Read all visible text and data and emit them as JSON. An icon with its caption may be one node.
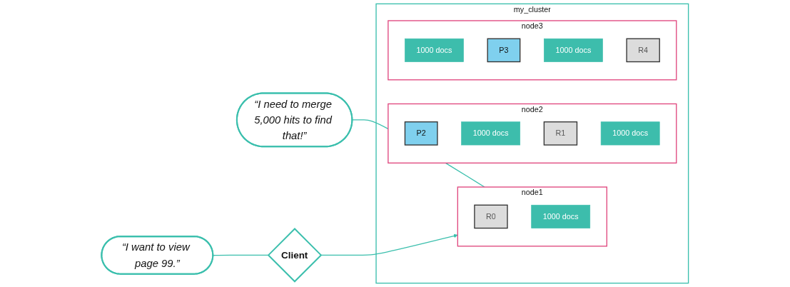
{
  "diagram": {
    "nodes": [
      {
        "text": [
          "“I want to view page 99.”"
        ]
      },
      {
        "text": [
          "“I need to merge 5,000 hits to find that!”"
        ]
      },
      {
        "text": [
          "Client"
        ]
      },
      {
        "text": [
          "my_cluster"
        ]
      },
      {
        "text": [
          "node1"
        ],
        "in": 3
      },
      {
        "text": [
          "R0"
        ],
        "in": 4
      },
      {
        "text": [
          "1000 docs"
        ],
        "in": 4
      },
      {
        "text": [
          "node2"
        ],
        "in": 3
      },
      {
        "text": [
          "P2"
        ],
        "in": 7
      },
      {
        "text": [
          "1000 docs"
        ],
        "in": 7
      },
      {
        "text": [
          "R1"
        ],
        "in": 7
      },
      {
        "text": [
          "1000 docs"
        ],
        "in": 7
      },
      {
        "text": [
          "node3"
        ],
        "in": 3
      },
      {
        "text": [
          "1000 docs"
        ],
        "in": 12
      },
      {
        "text": [
          "P3"
        ],
        "in": 12
      },
      {
        "text": [
          "1000 docs"
        ],
        "in": 12
      },
      {
        "text": [
          "R4"
        ],
        "in": 12
      }
    ],
    "edges": [
      {
        "from": 0,
        "to": 2,
        "arrow": "none"
      },
      {
        "from": 1,
        "to": 4,
        "arrow": "none"
      },
      {
        "from": 2,
        "to": 4,
        "arrow": "to"
      }
    ]
  }
}
